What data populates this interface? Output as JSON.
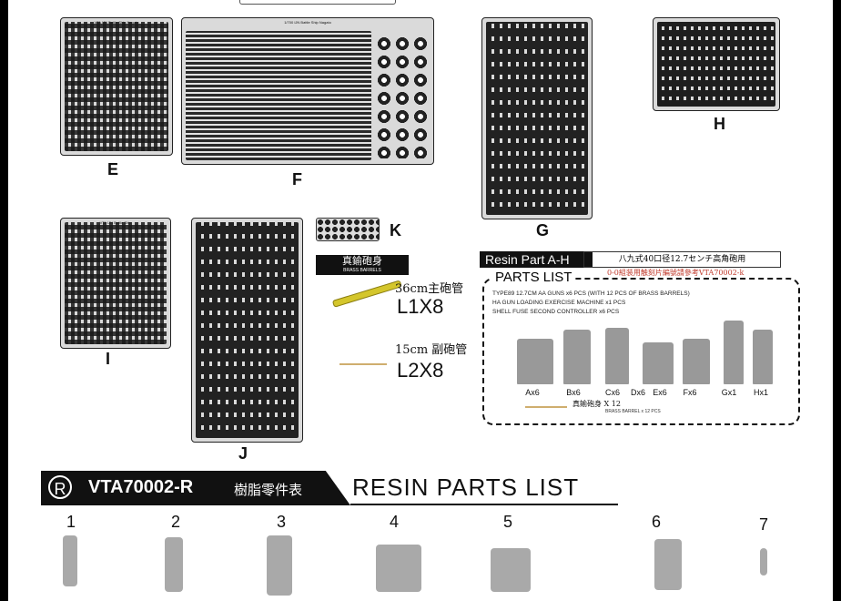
{
  "sheets": {
    "E": {
      "label": "E",
      "title": "VTA   IJN Battle Ship Nagato"
    },
    "F": {
      "label": "F",
      "title": "1/700   IJN Battle Ship Nagato"
    },
    "G": {
      "label": "G"
    },
    "H": {
      "label": "H"
    },
    "I": {
      "label": "I",
      "title": "VTA   IJN Battle Ship"
    },
    "J": {
      "label": "J"
    },
    "K": {
      "label": "K"
    }
  },
  "brass_barrels": {
    "tag_jp": "真鍮砲身",
    "tag_en": "BRASS BARRELS",
    "items": [
      {
        "size": "36cm主砲管",
        "qty": "L1X8"
      },
      {
        "size": "15cm 副砲管",
        "qty": "L2X8"
      }
    ]
  },
  "resin_panel": {
    "header": "Resin Part A-H",
    "header_jp": "八九式40口径12.7センチ高角砲用",
    "note": "0-0組装用触刻片編號請參考VTA70002-k",
    "title": "PARTS LIST",
    "description": [
      "TYPE89 12.7CM AA GUNS x6 PCS (WITH 12 PCS OF BRASS BARRELS)",
      "HA GUN LOADING EXERCISE MACHINE x1 PCS",
      "SHELL FUSE SECOND CONTROLLER x6 PCS"
    ],
    "figures": [
      "Ax6",
      "Bx6",
      "Cx6",
      "Dx6",
      "Ex6",
      "Fx6",
      "Gx1",
      "Hx1"
    ],
    "brass_tag": "真鍮砲身 X 12",
    "brass_sub": "BRASS BARREL x 12 PCS"
  },
  "banner": {
    "symbol": "R",
    "code": "VTA70002-R",
    "jp": "樹脂零件表",
    "title": "RESIN PARTS LIST"
  },
  "resin_parts": [
    "1",
    "2",
    "3",
    "4",
    "5",
    "6",
    "7"
  ]
}
